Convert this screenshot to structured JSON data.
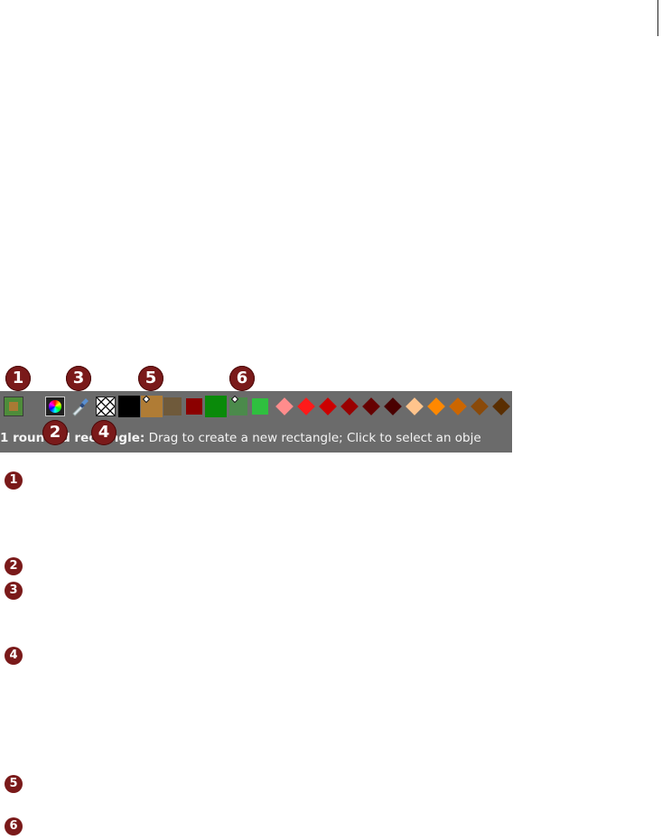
{
  "callouts": [
    "1",
    "2",
    "3",
    "4",
    "5",
    "6"
  ],
  "status": {
    "bold": "1 rounded rectangle:",
    "text": " Drag to create a new rectangle; Click to select an obje"
  },
  "markers": [
    "1",
    "2",
    "3",
    "4",
    "5",
    "6"
  ],
  "colors": {
    "bar_bg": "#6b6b6b",
    "callout": "#7a1a1a",
    "current_fill": "#4e8c3a",
    "current_stroke": "#a87a34"
  },
  "palette": [
    {
      "shape": "square",
      "color": "#000000"
    },
    {
      "shape": "square",
      "color": "#b07c35"
    },
    {
      "shape": "square",
      "color": "#6f5a3b"
    },
    {
      "shape": "square",
      "color": "#8b0000"
    },
    {
      "shape": "square",
      "color": "#0a8a0a"
    },
    {
      "shape": "square",
      "color": "#4b8a4b"
    },
    {
      "shape": "square",
      "color": "#2fbf3f"
    },
    {
      "shape": "diamond",
      "color": "#ff8c8c"
    },
    {
      "shape": "diamond",
      "color": "#ff1a1a"
    },
    {
      "shape": "diamond",
      "color": "#cc0000"
    },
    {
      "shape": "diamond",
      "color": "#990000"
    },
    {
      "shape": "diamond",
      "color": "#660000"
    },
    {
      "shape": "diamond",
      "color": "#4a0000"
    },
    {
      "shape": "diamond",
      "color": "#ffc48c"
    },
    {
      "shape": "diamond",
      "color": "#ff8800"
    },
    {
      "shape": "diamond",
      "color": "#cc6600"
    },
    {
      "shape": "diamond",
      "color": "#8a4a0a"
    },
    {
      "shape": "diamond",
      "color": "#5a2e00"
    },
    {
      "shape": "diamond",
      "color": "#ffff99"
    }
  ]
}
